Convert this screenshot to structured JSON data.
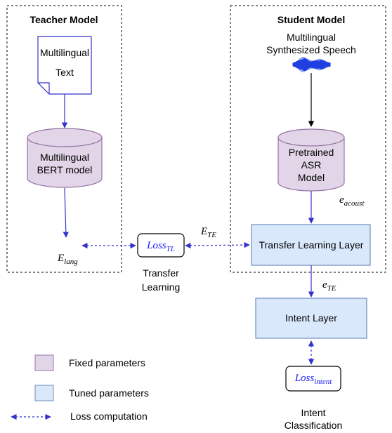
{
  "teacher": {
    "title": "Teacher Model",
    "doc_line1": "Multilingual",
    "doc_line2": "Text",
    "bert_line1": "Multilingual",
    "bert_line2": "BERT model",
    "e_lang_main": "E",
    "e_lang_sub": "lang"
  },
  "student": {
    "title": "Student Model",
    "speech_line1": "Multilingual",
    "speech_line2": "Synthesized Speech",
    "asr_line1": "Pretrained",
    "asr_line2": "ASR",
    "asr_line3": "Model",
    "e_acoust_main": "e",
    "e_acoust_sub": "acoust",
    "tl_layer": "Transfer Learning Layer",
    "e_te_main": "e",
    "e_te_sub": "TE",
    "intent_layer": "Intent Layer"
  },
  "center": {
    "loss_tl_main": "Loss",
    "loss_tl_sub": "TL",
    "E_te_main": "E",
    "E_te_sub": "TE",
    "caption_line1": "Transfer",
    "caption_line2": "Learning"
  },
  "intent": {
    "loss_main": "Loss",
    "loss_sub": "intent",
    "caption_line1": "Intent",
    "caption_line2": "Classification"
  },
  "legend": {
    "fixed": "Fixed parameters",
    "tuned": "Tuned parameters",
    "loss": "Loss computation"
  },
  "colors": {
    "fixed_fill": "#e1d5e7",
    "fixed_stroke": "#9673a6",
    "tuned_fill": "#dae8fc",
    "tuned_stroke": "#6c8ebf",
    "arrow": "#3333cc",
    "waveform": "#1f3fe0"
  }
}
